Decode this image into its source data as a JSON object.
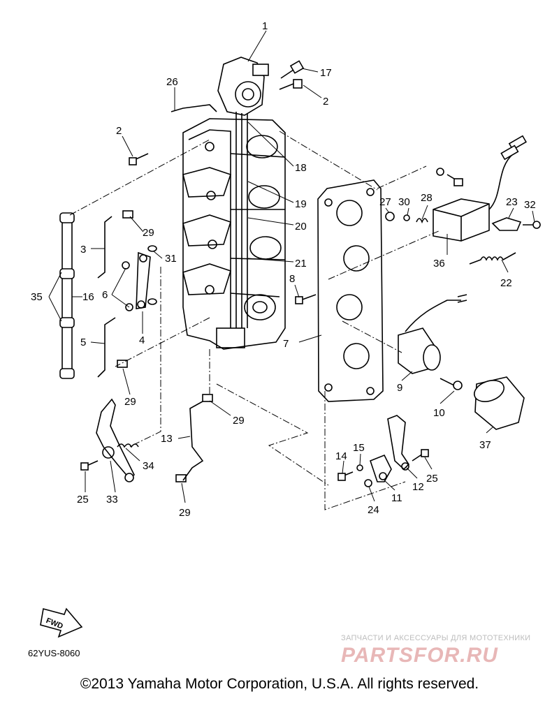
{
  "callouts": [
    {
      "id": "1",
      "text": "1"
    },
    {
      "id": "2a",
      "text": "2"
    },
    {
      "id": "2b",
      "text": "2"
    },
    {
      "id": "3",
      "text": "3"
    },
    {
      "id": "4",
      "text": "4"
    },
    {
      "id": "5",
      "text": "5"
    },
    {
      "id": "6",
      "text": "6"
    },
    {
      "id": "7",
      "text": "7"
    },
    {
      "id": "8",
      "text": "8"
    },
    {
      "id": "9",
      "text": "9"
    },
    {
      "id": "10",
      "text": "10"
    },
    {
      "id": "11",
      "text": "11"
    },
    {
      "id": "12",
      "text": "12"
    },
    {
      "id": "13",
      "text": "13"
    },
    {
      "id": "14",
      "text": "14"
    },
    {
      "id": "15",
      "text": "15"
    },
    {
      "id": "16",
      "text": "16"
    },
    {
      "id": "17",
      "text": "17"
    },
    {
      "id": "18",
      "text": "18"
    },
    {
      "id": "19",
      "text": "19"
    },
    {
      "id": "20",
      "text": "20"
    },
    {
      "id": "21",
      "text": "21"
    },
    {
      "id": "22",
      "text": "22"
    },
    {
      "id": "23",
      "text": "23"
    },
    {
      "id": "24",
      "text": "24"
    },
    {
      "id": "25a",
      "text": "25"
    },
    {
      "id": "25b",
      "text": "25"
    },
    {
      "id": "26",
      "text": "26"
    },
    {
      "id": "27",
      "text": "27"
    },
    {
      "id": "28",
      "text": "28"
    },
    {
      "id": "29a",
      "text": "29"
    },
    {
      "id": "29b",
      "text": "29"
    },
    {
      "id": "29c",
      "text": "29"
    },
    {
      "id": "29d",
      "text": "29"
    },
    {
      "id": "30",
      "text": "30"
    },
    {
      "id": "31",
      "text": "31"
    },
    {
      "id": "32",
      "text": "32"
    },
    {
      "id": "33",
      "text": "33"
    },
    {
      "id": "34",
      "text": "34"
    },
    {
      "id": "35",
      "text": "35"
    },
    {
      "id": "36",
      "text": "36"
    },
    {
      "id": "37",
      "text": "37"
    }
  ],
  "fwd_label": "FWD",
  "diagram_code": "62YUS-8060",
  "watermark_sub": "ЗАПЧАСТИ И АКСЕССУАРЫ ДЛЯ МОТОТЕХНИКИ",
  "watermark_logo": "PARTSFOR.RU",
  "copyright": "©2013 Yamaha Motor Corporation, U.S.A. All rights reserved."
}
